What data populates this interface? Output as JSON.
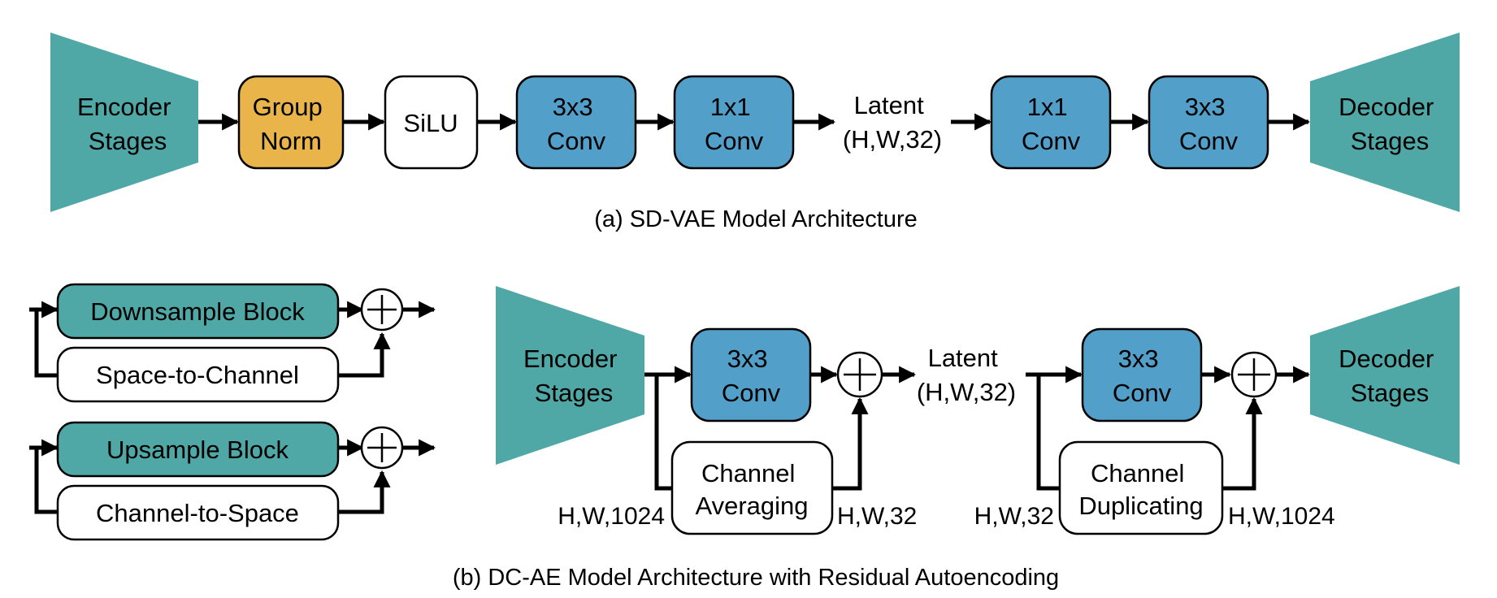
{
  "colors": {
    "teal": "#4fa8a6",
    "orange": "#e9b54a",
    "blue": "#529fc9",
    "white": "#ffffff",
    "stroke": "#000000"
  },
  "icons": {
    "adder": "circled-plus-icon",
    "arrow": "arrowhead-icon"
  },
  "top": {
    "encoder": [
      "Encoder",
      "Stages"
    ],
    "groupnorm": [
      "Group",
      "Norm"
    ],
    "silu": "SiLU",
    "conv3": [
      "3x3",
      "Conv"
    ],
    "conv1": [
      "1x1",
      "Conv"
    ],
    "latent": [
      "Latent",
      "(H,W,32)"
    ],
    "conv1b": [
      "1x1",
      "Conv"
    ],
    "conv3b": [
      "3x3",
      "Conv"
    ],
    "decoder": [
      "Decoder",
      "Stages"
    ],
    "caption": "(a) SD-VAE Model Architecture"
  },
  "legend": {
    "downsample": "Downsample Block",
    "s2c": "Space-to-Channel",
    "upsample": "Upsample Block",
    "c2s": "Channel-to-Space"
  },
  "bottom": {
    "encoder": [
      "Encoder",
      "Stages"
    ],
    "conv3": [
      "3x3",
      "Conv"
    ],
    "avg": [
      "Channel",
      "Averaging"
    ],
    "dim_in_left": "H,W,1024",
    "dim_out_left": "H,W,32",
    "latent": [
      "Latent",
      "(H,W,32)"
    ],
    "conv3b": [
      "3x3",
      "Conv"
    ],
    "dup": [
      "Channel",
      "Duplicating"
    ],
    "dim_in_right": "H,W,32",
    "dim_out_right": "H,W,1024",
    "decoder": [
      "Decoder",
      "Stages"
    ],
    "caption": "(b) DC-AE Model Architecture with Residual Autoencoding"
  }
}
